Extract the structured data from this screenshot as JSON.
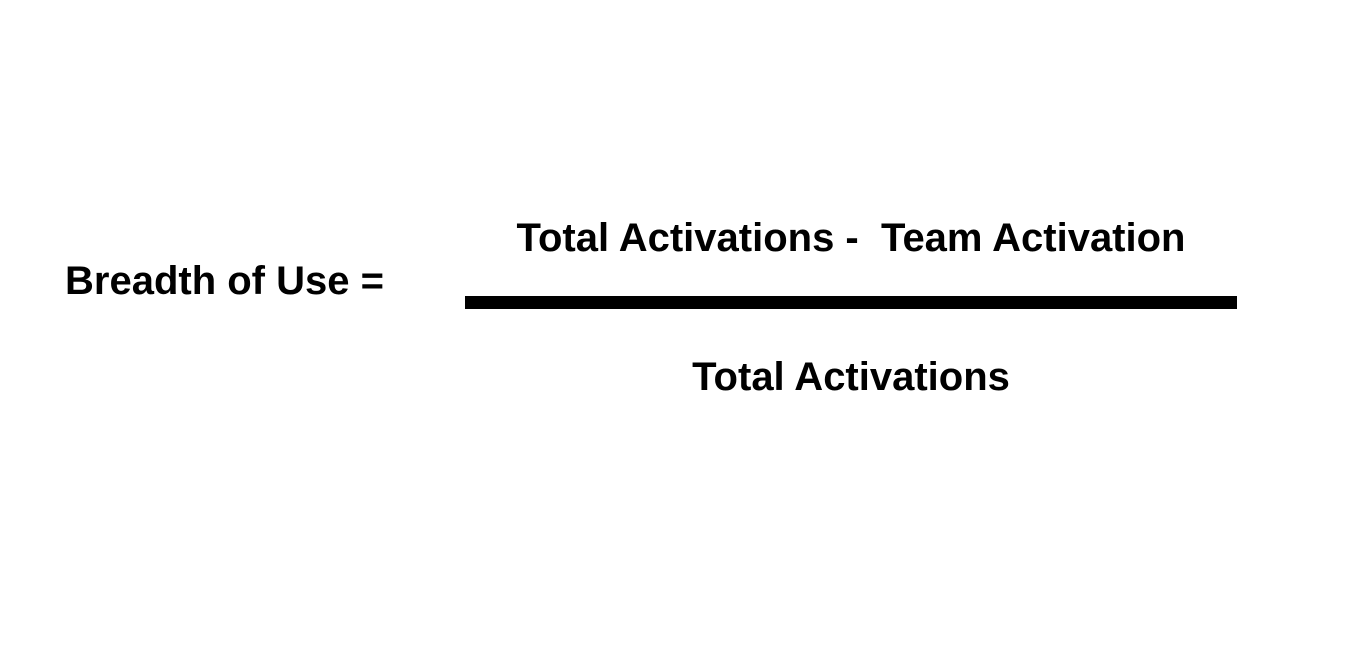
{
  "formula": {
    "lhs": "Breadth of Use =",
    "numerator": "Total Activations -  Team Activation",
    "denominator": "Total Activations"
  },
  "colors": {
    "background": "#ffffff",
    "text": "#000000",
    "fraction_bar": "#000000"
  }
}
